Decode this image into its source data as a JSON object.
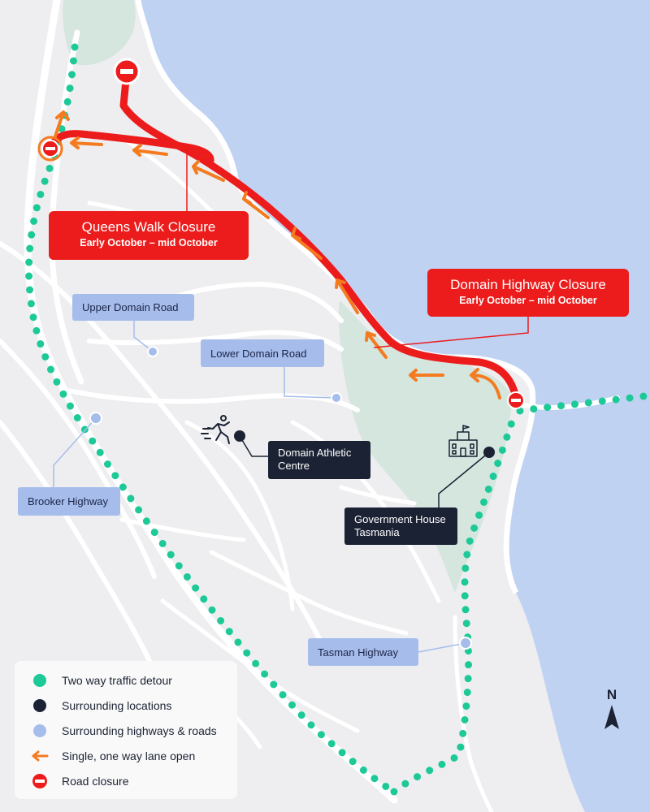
{
  "closures": {
    "queens_walk": {
      "title": "Queens Walk Closure",
      "dates": "Early October – mid October"
    },
    "domain_highway": {
      "title": "Domain Highway Closure",
      "dates": "Early October – mid October"
    }
  },
  "roads": {
    "upper_domain_road": "Upper Domain Road",
    "lower_domain_road": "Lower Domain Road",
    "brooker_highway": "Brooker Highway",
    "tasman_highway": "Tasman Highway"
  },
  "locations": {
    "domain_athletic_centre": [
      "Domain Athletic",
      "Centre"
    ],
    "government_house": [
      "Government House",
      "Tasmania"
    ]
  },
  "legend": [
    {
      "label": "Two way traffic detour",
      "symbol": "detour-dot-icon",
      "color": "#1ec998"
    },
    {
      "label": "Surrounding locations",
      "symbol": "location-dot-icon",
      "color": "#1b2234"
    },
    {
      "label": "Surrounding highways & roads",
      "symbol": "road-dot-icon",
      "color": "#a6bdeb"
    },
    {
      "label": "Single, one way lane open",
      "symbol": "orange-arrow-icon",
      "color": "#f47b20"
    },
    {
      "label": "Road closure",
      "symbol": "no-entry-icon",
      "color": "#ec1c1c"
    }
  ],
  "compass": {
    "label": "N",
    "icon": "north-arrow-icon"
  },
  "colors": {
    "water": "#c0d2f2",
    "land": "#eeeef0",
    "park": "#d5e6df",
    "closure": "#ec1c1c",
    "one_way": "#f47b20",
    "detour": "#1ec998",
    "location": "#1b2234",
    "road_marker": "#a6bdeb"
  }
}
